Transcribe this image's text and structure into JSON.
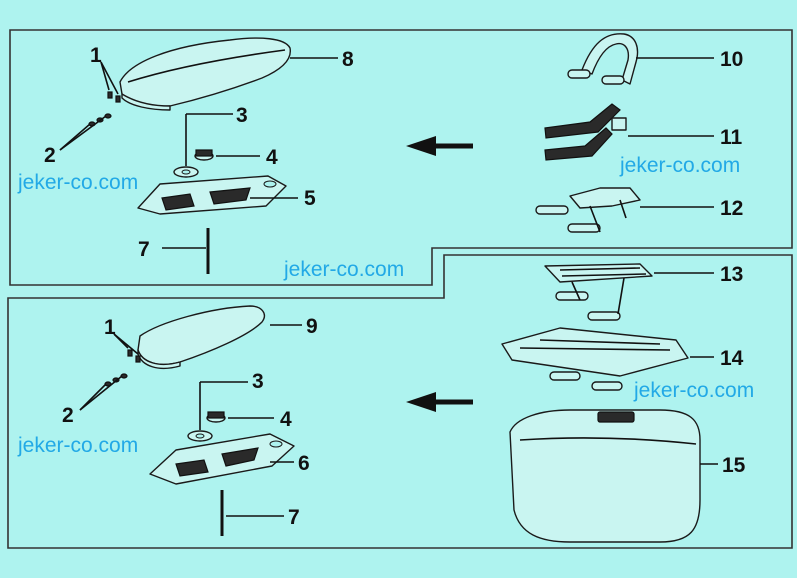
{
  "diagram": {
    "watermark": "jeker-co.com",
    "callouts": {
      "c1_top": "1",
      "c2_top": "2",
      "c3_top": "3",
      "c4_top": "4",
      "c5": "5",
      "c7_top": "7",
      "c8": "8",
      "c10": "10",
      "c11": "11",
      "c12": "12",
      "c1_bot": "1",
      "c2_bot": "2",
      "c3_bot": "3",
      "c4_bot": "4",
      "c6": "6",
      "c7_bot": "7",
      "c9": "9",
      "c13": "13",
      "c14": "14",
      "c15": "15"
    }
  },
  "colors": {
    "background": "#aef3ef",
    "watermark": "#22a9e6",
    "outline": "#1a1a1a"
  }
}
